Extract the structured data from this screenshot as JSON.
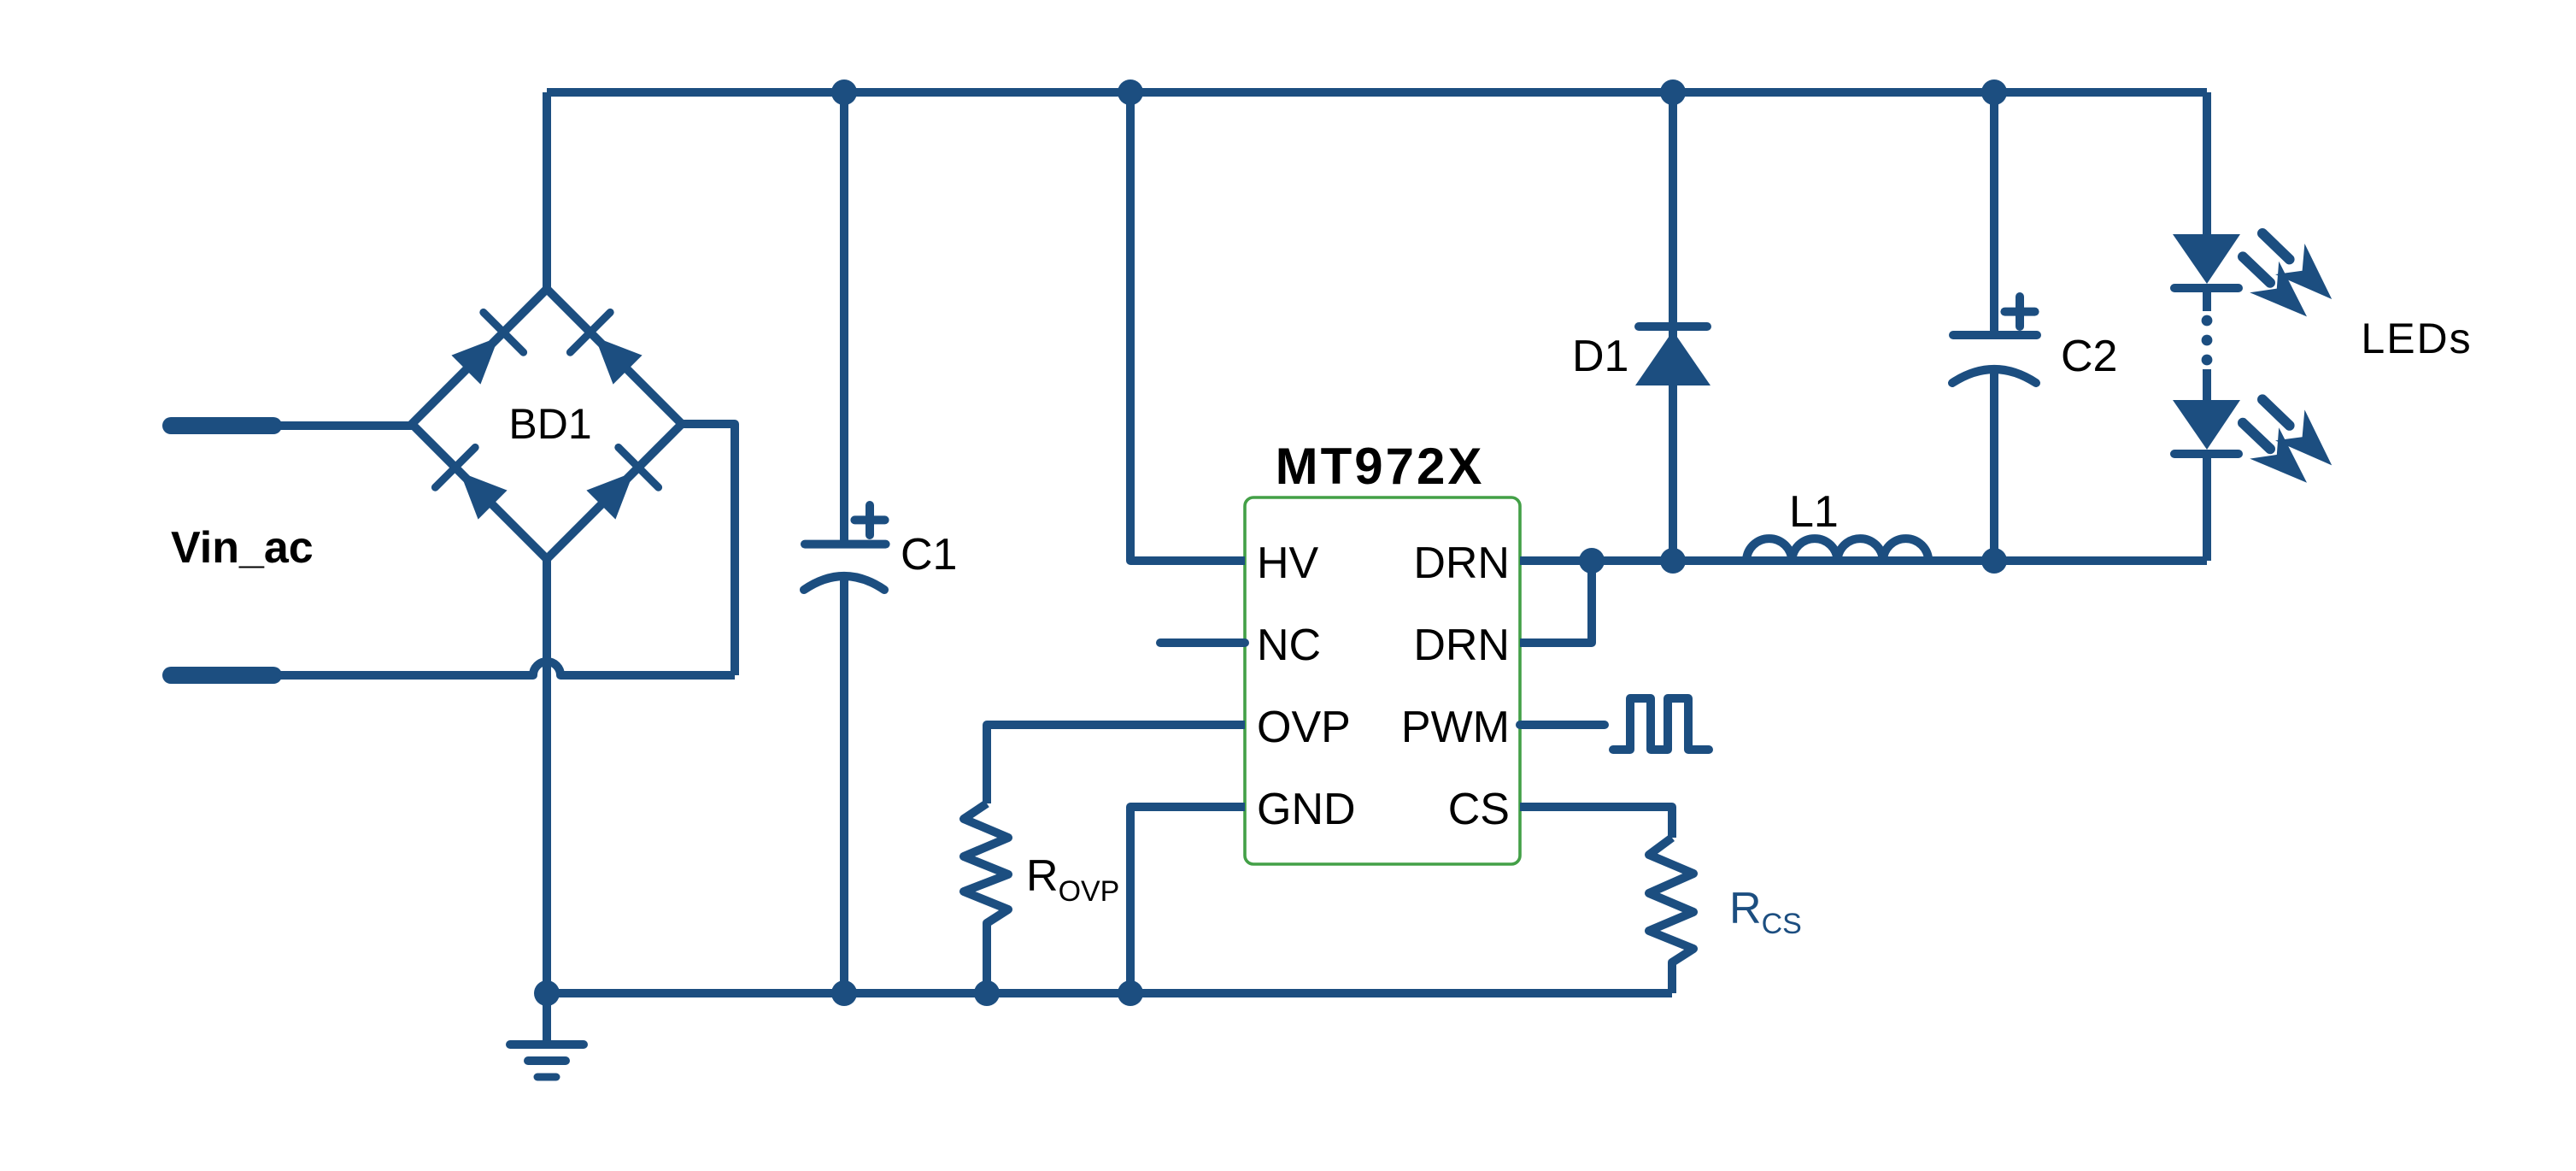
{
  "diagram": {
    "type": "circuit-schematic",
    "description": "AC/DC buck LED driver application circuit based on MT972X controller",
    "colors": {
      "wire": "#1C4E80",
      "text": "#000000",
      "ic_border": "#43A047",
      "rcs_label": "#1C4E80",
      "background": "#FFFFFF"
    },
    "labels": {
      "input": "Vin_ac",
      "bridge": "BD1",
      "cap1": "C1",
      "cap2": "C2",
      "diode": "D1",
      "inductor": "L1",
      "leds": "LEDs",
      "rovp_base": "R",
      "rovp_sub": "OVP",
      "rcs_base": "R",
      "rcs_sub": "CS"
    },
    "ic": {
      "title": "MT972X",
      "pins_left": [
        "HV",
        "NC",
        "OVP",
        "GND"
      ],
      "pins_right": [
        "DRN",
        "DRN",
        "PWM",
        "CS"
      ]
    },
    "symbols": [
      "ac-input-terminals",
      "bridge-rectifier-diamond",
      "polarized-capacitor-C1",
      "polarized-capacitor-C2",
      "freewheel-diode-D1",
      "inductor-L1",
      "led-string-with-emission-arrows",
      "resistor-ROVP",
      "resistor-RCS",
      "ground-symbol",
      "pwm-square-wave",
      "junction-dots",
      "wire-hop"
    ]
  }
}
